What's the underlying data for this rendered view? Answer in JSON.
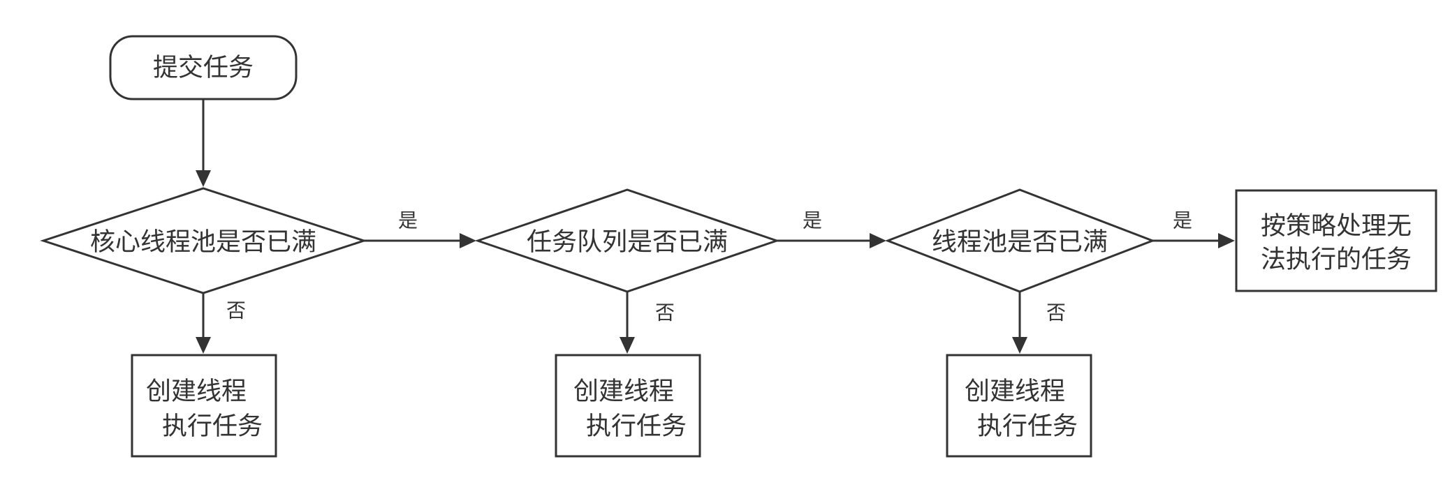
{
  "nodes": {
    "start": {
      "label": "提交任务"
    },
    "decision_core": {
      "label": "核心线程池是否已满"
    },
    "decision_queue": {
      "label": "任务队列是否已满"
    },
    "decision_pool": {
      "label": "线程池是否已满"
    },
    "reject": {
      "line1": "按策略处理无",
      "line2": "法执行的任务"
    },
    "create1": {
      "line1": "创建线程",
      "line2": "执行任务"
    },
    "create2": {
      "line1": "创建线程",
      "line2": "执行任务"
    },
    "create3": {
      "line1": "创建线程",
      "line2": "执行任务"
    }
  },
  "edges": {
    "core_yes": "是",
    "core_no": "否",
    "queue_yes": "是",
    "queue_no": "否",
    "pool_yes": "是",
    "pool_no": "否"
  },
  "colors": {
    "stroke": "#333333",
    "fill": "#ffffff",
    "text": "#333333"
  }
}
